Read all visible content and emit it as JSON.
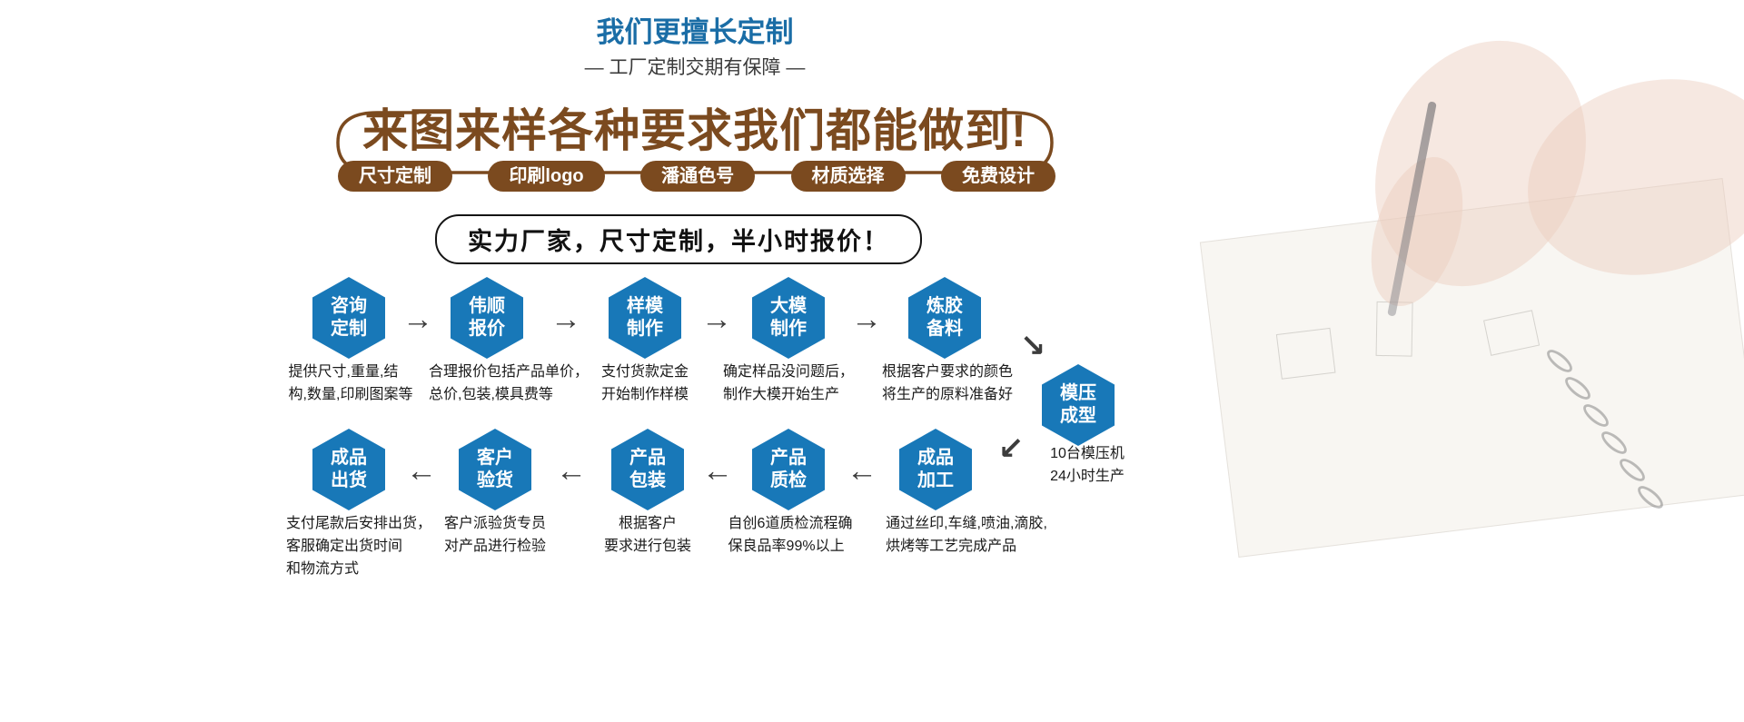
{
  "colors": {
    "title_blue": "#1a6da6",
    "brown": "#7b4a1f",
    "hex_blue": "#1878b8",
    "arrow_gray": "#3c3c3c"
  },
  "header": {
    "title": "我们更擅长定制",
    "subtitle": "— 工厂定制交期有保障 —",
    "headline": "来图来样各种要求我们都能做到!",
    "pills": [
      "尺寸定制",
      "印刷logo",
      "潘通色号",
      "材质选择",
      "免费设计"
    ],
    "banner": "实力厂家，尺寸定制，半小时报价！"
  },
  "flow": {
    "arrows": {
      "right": "→",
      "left": "←",
      "down_right": "↘",
      "down_left": "↙"
    },
    "steps": [
      {
        "id": "consult",
        "label": "咨询\n定制",
        "desc": "提供尺寸,重量,结\n构,数量,印刷图案等"
      },
      {
        "id": "quote",
        "label": "伟顺\n报价",
        "desc": "合理报价包括产品单价，\n总价,包装,模具费等"
      },
      {
        "id": "sample-mold",
        "label": "样模\n制作",
        "desc": "支付货款定金\n开始制作样模"
      },
      {
        "id": "big-mold",
        "label": "大模\n制作",
        "desc": "确定样品没问题后，\n制作大模开始生产"
      },
      {
        "id": "rubber-prep",
        "label": "炼胶\n备料",
        "desc": "根据客户要求的颜色\n将生产的原料准备好"
      },
      {
        "id": "molding",
        "label": "模压\n成型",
        "desc": "10台模压机\n24小时生产"
      },
      {
        "id": "finishing",
        "label": "成品\n加工",
        "desc": "通过丝印,车缝,喷油,滴胶,\n烘烤等工艺完成产品"
      },
      {
        "id": "qc",
        "label": "产品\n质检",
        "desc": "自创6道质检流程确\n保良品率99%以上"
      },
      {
        "id": "packing",
        "label": "产品\n包装",
        "desc": "根据客户\n要求进行包装"
      },
      {
        "id": "inspection",
        "label": "客户\n验货",
        "desc": "客户派验货专员\n对产品进行检验"
      },
      {
        "id": "shipping",
        "label": "成品\n出货",
        "desc": "支付尾款后安排出货，\n客服确定出货时间\n和物流方式"
      }
    ]
  }
}
